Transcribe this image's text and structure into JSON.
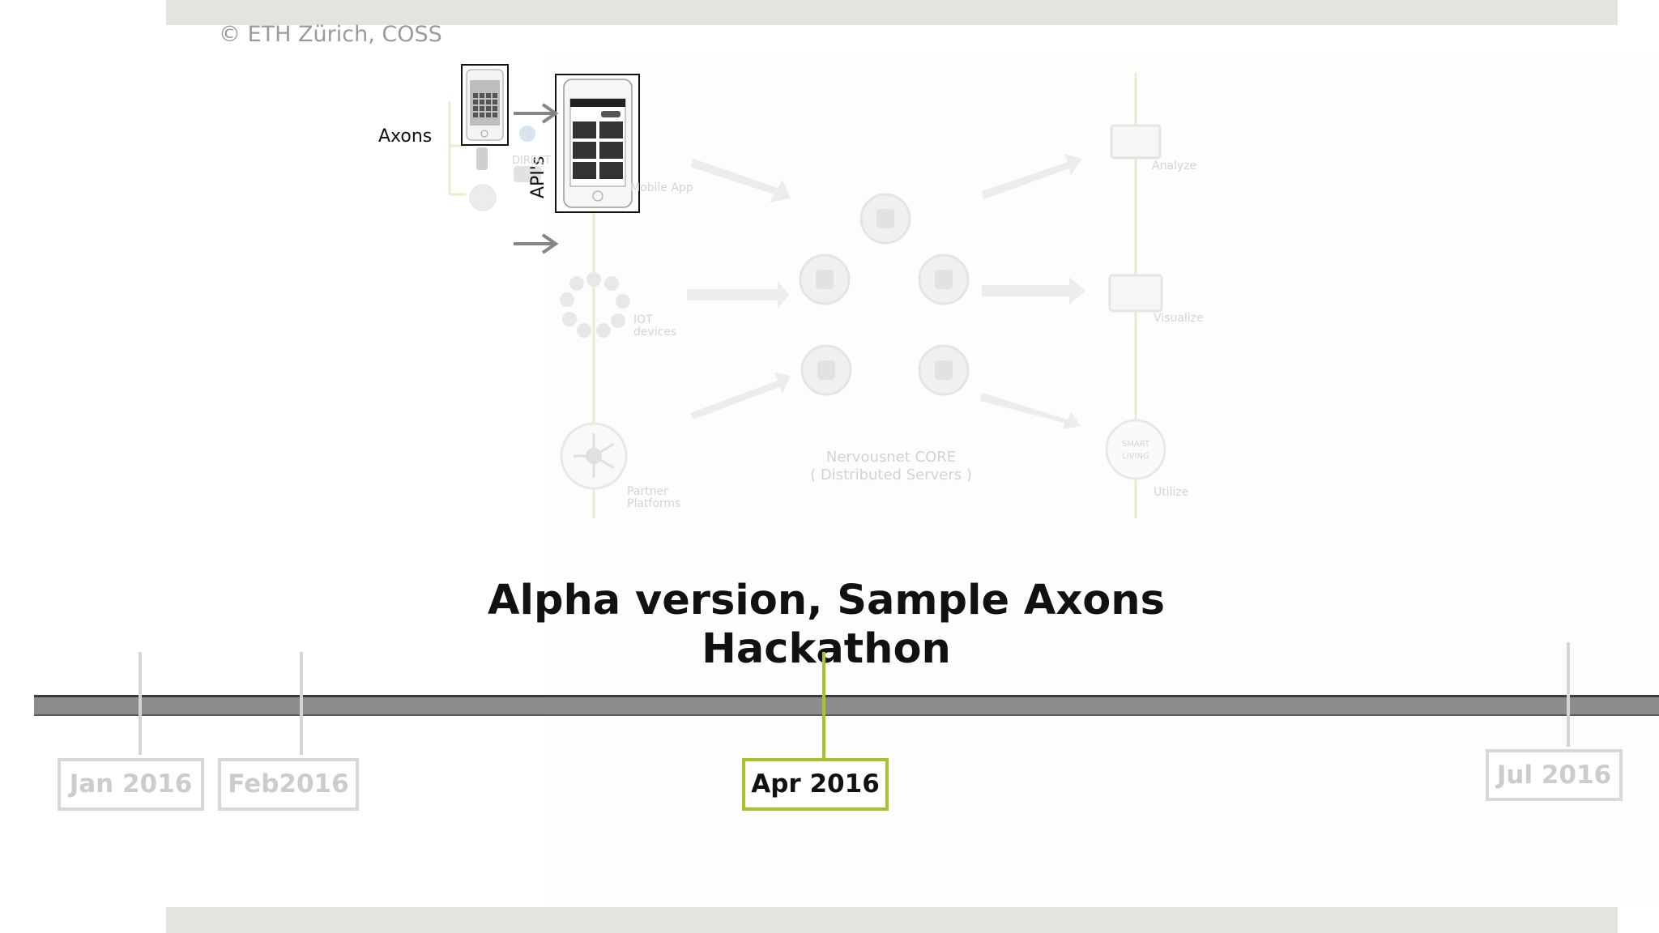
{
  "slide": {
    "copyright": "© ETH Zürich, COSS",
    "headline_line1": "Alpha version, Sample Axons",
    "headline_line2": "Hackathon"
  },
  "diagram": {
    "axons_label": "Axons",
    "apis_label": "API's",
    "mobile_app_label": "Mobile App",
    "iot_label_line1": "IOT",
    "iot_label_line2": "devices",
    "partner_label_line1": "Partner",
    "partner_label_line2": "Platforms",
    "core_label_line1": "Nervousnet CORE",
    "core_label_line2": "( Distributed Servers )",
    "analyze_label": "Analyze",
    "visualize_label": "Visualize",
    "utilize_label": "Utilize",
    "wifi_label": "DIRECT",
    "smart_label_line1": "SMART",
    "smart_label_line2": "LIVING"
  },
  "timeline": {
    "dates": [
      {
        "label": "Jan 2016",
        "active": false
      },
      {
        "label": "Feb2016",
        "active": false
      },
      {
        "label": "Apr 2016",
        "active": true
      },
      {
        "label": "Jul 2016",
        "active": false
      }
    ]
  },
  "colors": {
    "accent": "#a8c42c",
    "band": "#e3e4de",
    "timeline": "#8c8c8c"
  }
}
